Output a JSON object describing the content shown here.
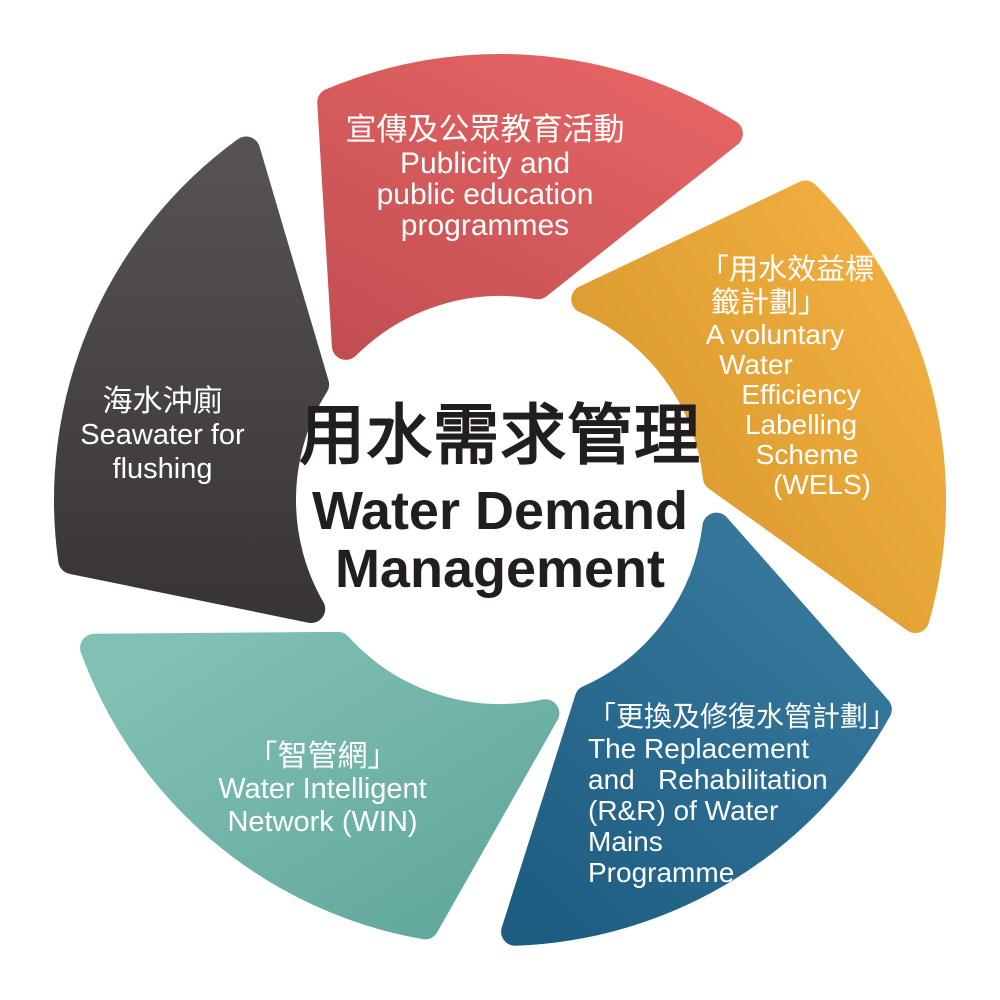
{
  "diagram_title": "Water Demand Management cycle diagram",
  "center": {
    "title_zh": "用水需求管理",
    "title_en_line1": "Water Demand",
    "title_en_line2": "Management"
  },
  "text_color": "#ffffff",
  "center_text_color": "#221e1f",
  "background_color": "#ffffff",
  "segments": [
    {
      "id": "publicity",
      "color_dark": "#c24e52",
      "color_light": "#e46463",
      "lines": [
        "宣傳及公眾教育活動",
        "Publicity and",
        "public education",
        "programmes"
      ]
    },
    {
      "id": "wels",
      "color_dark": "#d6952a",
      "color_light": "#f2b141",
      "lines": [
        "「用水效益標",
        "籤計劃」",
        "A voluntary",
        "Water",
        "Efficiency",
        "Labelling",
        "Scheme",
        "(WELS)"
      ]
    },
    {
      "id": "mains",
      "color_dark": "#1d5d81",
      "color_light": "#3a7ba0",
      "lines": [
        "「更換及修復水管計劃」",
        "The Replacement",
        "and   Rehabilitation",
        "(R&R) of Water",
        "Mains",
        "Programme"
      ]
    },
    {
      "id": "win",
      "color_dark": "#63a89d",
      "color_light": "#80c0b5",
      "lines": [
        "「智管網」",
        "Water Intelligent",
        "Network (WIN)"
      ]
    },
    {
      "id": "seawater",
      "color_dark": "#393536",
      "color_light": "#575354",
      "lines": [
        "海水沖廁",
        "Seawater for",
        "flushing"
      ]
    }
  ]
}
